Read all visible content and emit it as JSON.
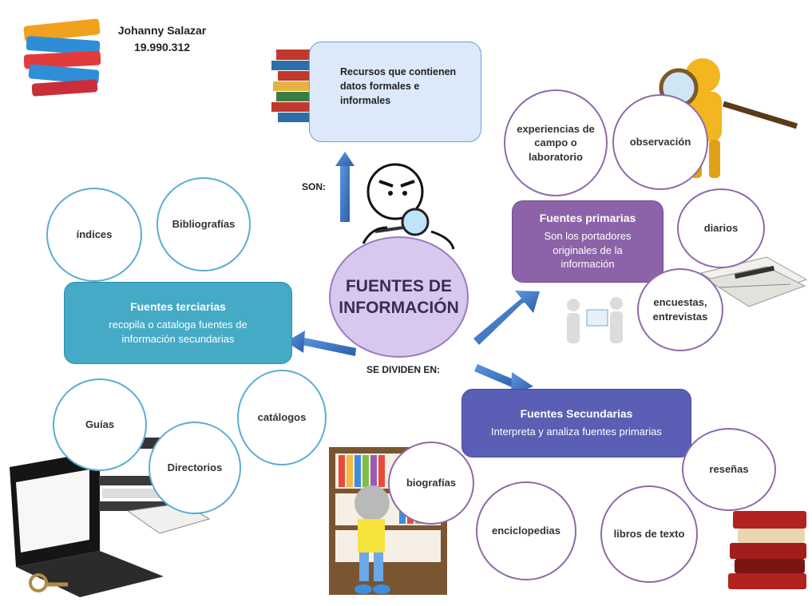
{
  "author": {
    "name": "Johanny Salazar",
    "id": "19.990.312"
  },
  "center": {
    "line1": "FUENTES DE",
    "line2": "INFORMACIÓN"
  },
  "labels": {
    "son": "SON:",
    "se_dividen": "SE DIVIDEN EN:"
  },
  "recursos": "Recursos que contienen datos formales e informales",
  "terciarias": {
    "title": "Fuentes terciarias",
    "desc": "recopila o cataloga fuentes de información secundarias",
    "items": [
      "índices",
      "Bibliografías",
      "Guías",
      "Directorios",
      "catálogos"
    ]
  },
  "primarias": {
    "title": "Fuentes primarias",
    "desc": "Son los portadores originales de la información",
    "items": [
      "experiencias de campo o laboratorio",
      "observación",
      "diarios",
      "encuestas, entrevistas"
    ]
  },
  "secundarias": {
    "title": "Fuentes Secundarias",
    "desc": "Interpreta y analiza fuentes primarias",
    "items": [
      "biografías",
      "enciclopedias",
      "libros de texto",
      "reseñas"
    ]
  },
  "icons": [
    "books-stack-icon",
    "computer-mouse-icon",
    "magnifier-figure-icon",
    "newspaper-icon",
    "laptop-icon",
    "bookshelf-child-icon",
    "meeting-figures-icon"
  ],
  "colors": {
    "center_fill": "#d8c8ee",
    "recursos_fill": "#dbe9fb",
    "terciarias": "#45aac6",
    "primarias": "#8c63a8",
    "secundarias": "#5a5fb5",
    "arrow": "#3f78c8"
  }
}
